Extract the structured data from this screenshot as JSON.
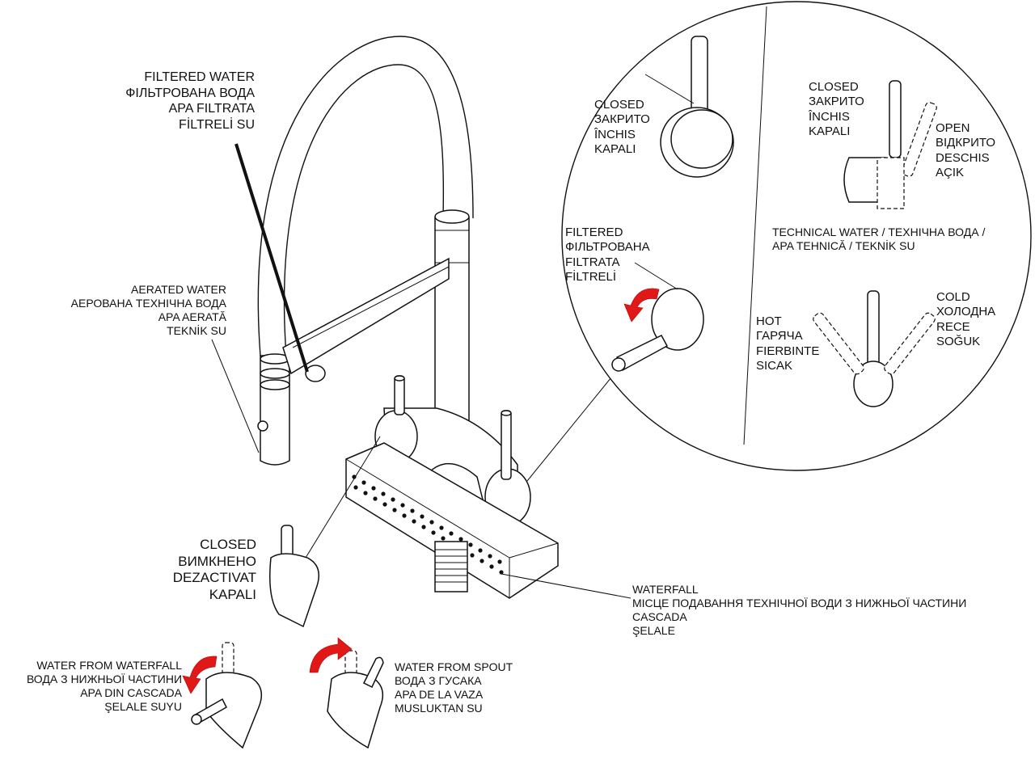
{
  "labels": {
    "filtered_water": [
      "FILTERED WATER",
      "ФІЛЬТРОВАНА ВОДА",
      "APA FILTRATA",
      "FİLTRELİ SU"
    ],
    "aerated_water": [
      "AERATED WATER",
      "АЕРОВАНА ТЕХНІЧНА ВОДА",
      "APA AERATĂ",
      "TEKNİK SU"
    ],
    "closed_main": [
      "CLOSED",
      "ВИМКНЕНО",
      "DEZACTIVAT",
      "KAPALI"
    ],
    "water_from_waterfall": [
      "WATER FROM WATERFALL",
      "ВОДА З НИЖНЬОЇ ЧАСТИНИ",
      "APA DIN CASCADA",
      "ŞELALE SUYU"
    ],
    "water_from_spout": [
      "WATER FROM SPOUT",
      "ВОДА З ГУСАКА",
      "APA DE LA VAZA",
      "MUSLUKTAN SU"
    ],
    "waterfall": [
      "WATERFALL",
      "МІСЦЕ ПОДАВАННЯ ТЕХНІЧНОЇ ВОДИ З НИЖНЬОЇ ЧАСТИНИ",
      "CASCADA",
      "ŞELALE"
    ],
    "closed_filtered": [
      "CLOSED",
      "ЗАКРИТО",
      "ÎNCHIS",
      "KAPALI"
    ],
    "filtered_short": [
      "FILTERED",
      "ФІЛЬТРОВАНА",
      "FILTRATA",
      "FİLTRELİ"
    ],
    "closed_technical": [
      "CLOSED",
      "ЗАКРИТО",
      "ÎNCHIS",
      "KAPALI"
    ],
    "open_technical": [
      "OPEN",
      "ВІДКРИТО",
      "DESCHIS",
      "AÇIK"
    ],
    "technical_water": [
      "TECHNICAL WATER / ТЕХНІЧНА ВОДА /",
      "APA TEHNICĂ / TEKNİK SU"
    ],
    "hot": [
      "HOT",
      "ГАРЯЧА",
      "FIERBINTE",
      "SICAK"
    ],
    "cold": [
      "COLD",
      "ХОЛОДНА",
      "RECE",
      "SOĞUK"
    ]
  },
  "colors": {
    "line": "#111111",
    "arrow": "#e01818",
    "background": "#ffffff"
  }
}
